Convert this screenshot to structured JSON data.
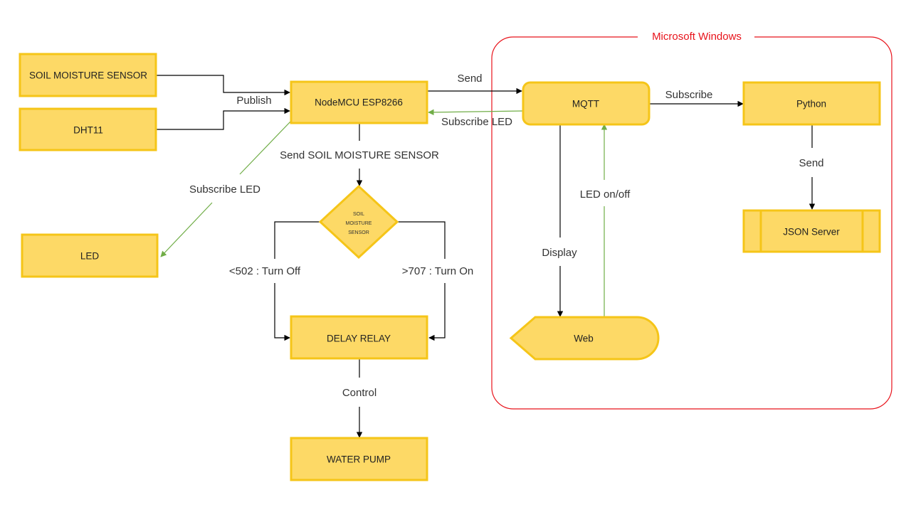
{
  "group": {
    "label": "Microsoft Windows"
  },
  "nodes": {
    "soil_sensor": "SOIL MOISTURE SENSOR",
    "dht11": "DHT11",
    "nodemcu": "NodeMCU ESP8266",
    "led": "LED",
    "decision": [
      "SOIL",
      "MOISTURE",
      "SENSOR"
    ],
    "delay_relay": "DELAY RELAY",
    "water_pump": "WATER PUMP",
    "mqtt": "MQTT",
    "python": "Python",
    "json_server": "JSON Server",
    "web": "Web"
  },
  "edges": {
    "publish": "Publish",
    "send_mqtt": "Send",
    "subscribe_led_mqtt": "Subscribe LED",
    "subscribe_led_led": "Subscribe LED",
    "send_soil": "Send SOIL MOISTURE SENSOR",
    "turn_off": "<502 : Turn Off",
    "turn_on": ">707 : Turn On",
    "control": "Control",
    "subscribe_python": "Subscribe",
    "send_json": "Send",
    "display": "Display",
    "led_onoff": "LED on/off"
  }
}
